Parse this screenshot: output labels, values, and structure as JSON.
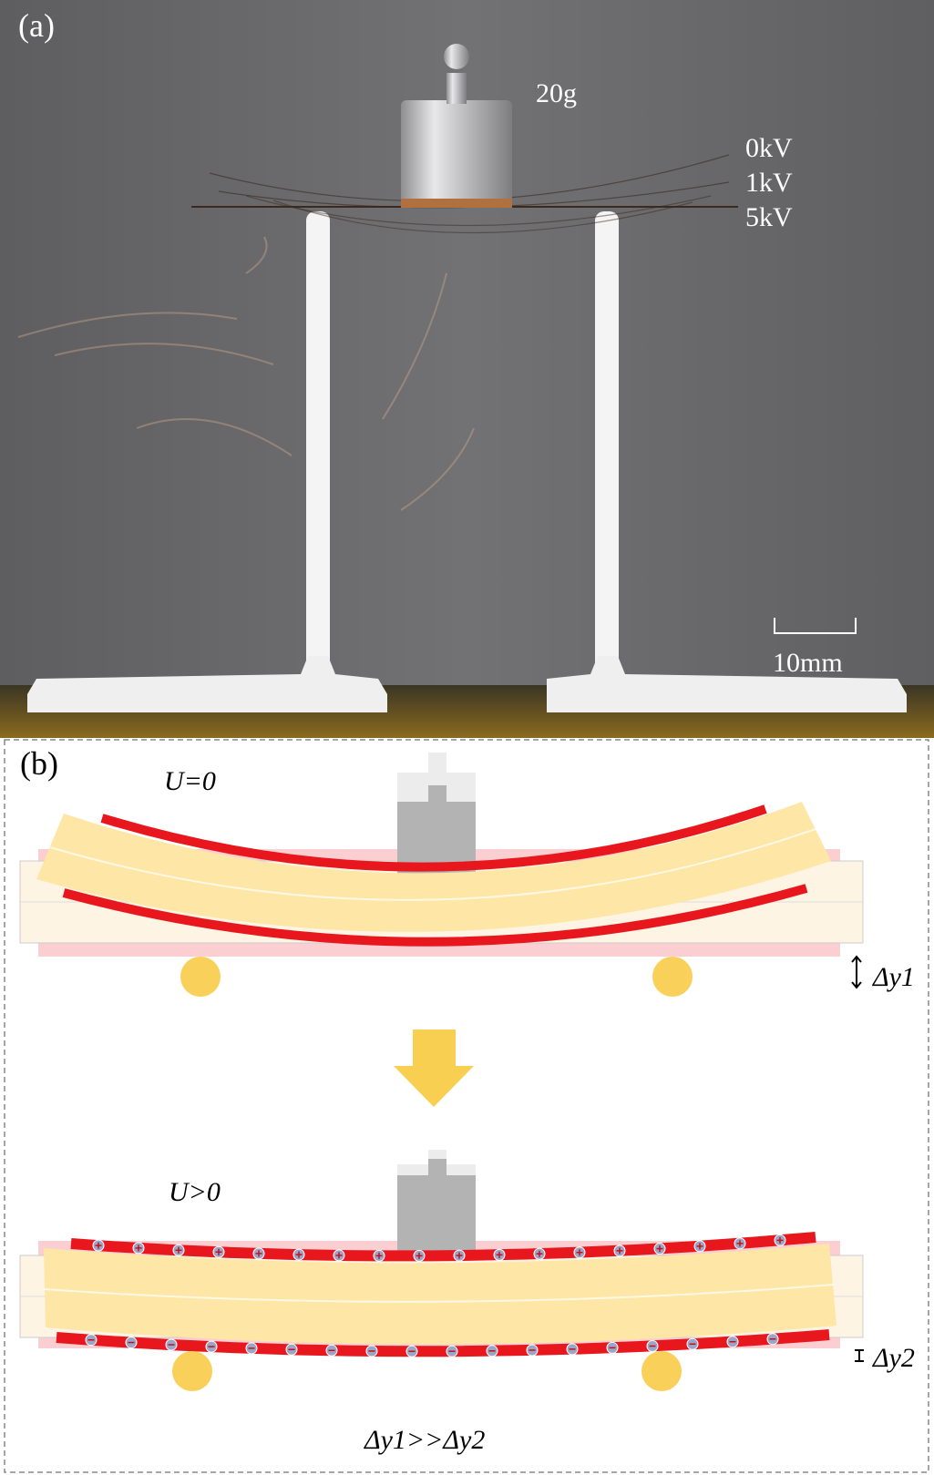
{
  "panel_a": {
    "label": "(a)",
    "mass_label": "20g",
    "voltage_labels": [
      "0kV",
      "1kV",
      "5kV"
    ],
    "scale_bar_label": "10mm",
    "colors": {
      "background": "#6b6b6d",
      "support": "#f2f2f2",
      "weight": "#c9c9cb"
    }
  },
  "panel_b": {
    "label": "(b)",
    "top": {
      "condition": "U=0",
      "deflection_label": "Δy1"
    },
    "bottom": {
      "condition": "U>0",
      "deflection_label": "Δy2"
    },
    "comparison": "Δy1>>Δy2",
    "colors": {
      "beam": "#fde6a6",
      "electrode": "#e8171d",
      "support": "#f9d05a",
      "arrow": "#f9cf52",
      "weight": "#b3b3b3",
      "ghost": "#f6b4b8"
    }
  }
}
